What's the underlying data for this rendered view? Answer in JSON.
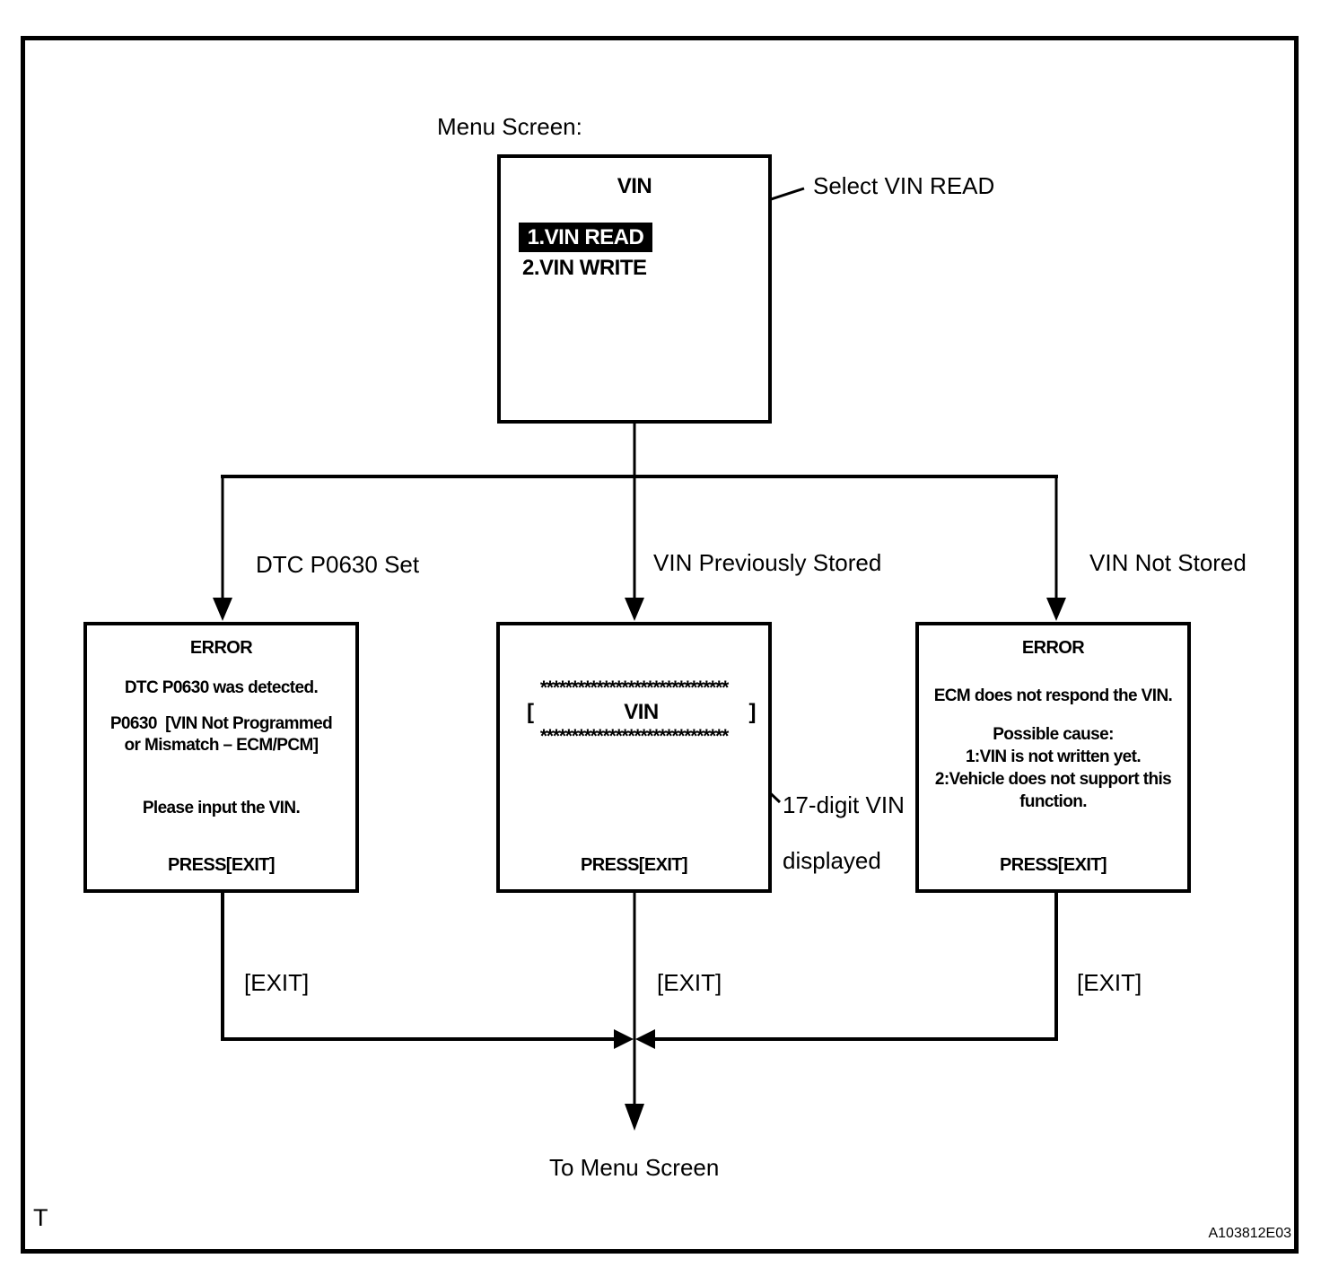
{
  "colors": {
    "ink": "#000000",
    "paper": "#ffffff",
    "highlight_bg": "#000000",
    "highlight_text": "#ffffff"
  },
  "page": {
    "corner_mark": "T",
    "figure_code": "A103812E03"
  },
  "labels": {
    "menu_screen": "Menu Screen:",
    "select_vin_read": "Select VIN READ",
    "branch_left": "DTC P0630 Set",
    "branch_center": "VIN Previously Stored",
    "branch_right": "VIN Not Stored",
    "vin_annotation_line1": "17-digit VIN",
    "vin_annotation_line2": "displayed",
    "exit_left": "[EXIT]",
    "exit_center": "[EXIT]",
    "exit_right": "[EXIT]",
    "to_menu_screen": "To Menu Screen"
  },
  "menu_screen_box": {
    "title": "VIN",
    "item_selected": "1.VIN READ",
    "item_2": "2.VIN WRITE"
  },
  "error_dtc_box": {
    "title": "ERROR",
    "line1": "DTC P0630 was detected.",
    "line2": "P0630  [VIN Not Programmed",
    "line3": "or Mismatch – ECM/PCM]",
    "line4": "Please input the VIN.",
    "press": "PRESS[EXIT]"
  },
  "vin_display_box": {
    "stars_top": "******************************",
    "bracket_open": "[",
    "title": "VIN",
    "bracket_close": "]",
    "stars_bottom": "******************************",
    "press": "PRESS[EXIT]"
  },
  "error_ecm_box": {
    "title": "ERROR",
    "line1": "ECM does not respond the VIN.",
    "line2": "Possible cause:",
    "line3": "1:VIN is not written yet.",
    "line4": "2:Vehicle does not support this",
    "line5": "function.",
    "press": "PRESS[EXIT]"
  }
}
